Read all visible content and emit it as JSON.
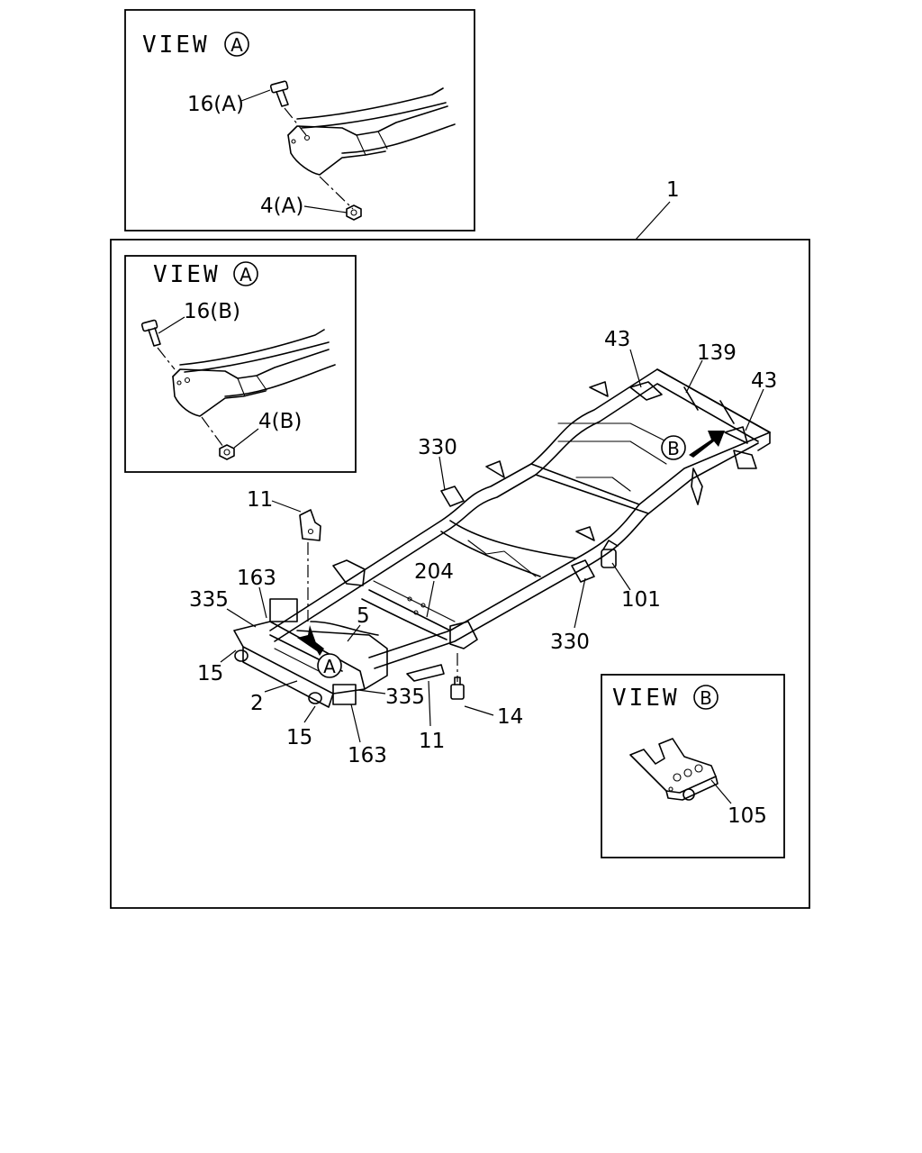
{
  "views": {
    "view_a_top": {
      "title": "VIEW",
      "marker": "A",
      "bolt": "16(A)",
      "nut": "4(A)"
    },
    "view_a_inner": {
      "title": "VIEW",
      "marker": "A",
      "bolt": "16(B)",
      "nut": "4(B)"
    },
    "view_b": {
      "title": "VIEW",
      "marker": "B",
      "part": "105"
    }
  },
  "assembly_label": "1",
  "frame": {
    "markers": {
      "a": "A",
      "b": "B"
    },
    "callouts": {
      "p43_left": "43",
      "p139": "139",
      "p43_right": "43",
      "p330_top": "330",
      "p11_top": "11",
      "p204": "204",
      "p163_top": "163",
      "p335_left": "335",
      "p5": "5",
      "p101": "101",
      "p330_bottom": "330",
      "p15_left": "15",
      "p2": "2",
      "p335_bottom": "335",
      "p14": "14",
      "p15_bottom": "15",
      "p11_bottom": "11",
      "p163_bottom": "163"
    }
  }
}
